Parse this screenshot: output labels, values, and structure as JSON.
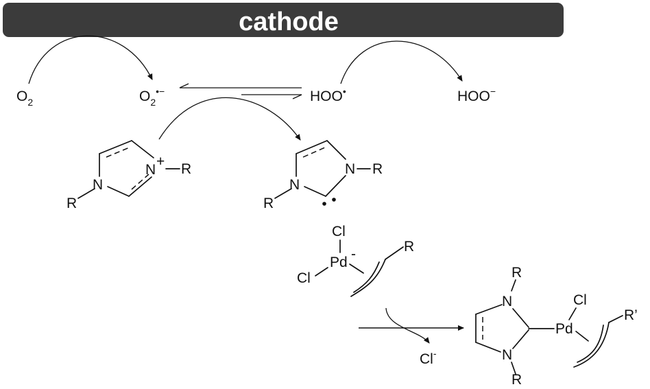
{
  "banner": {
    "title": "cathode",
    "color": "#3b3b3b"
  },
  "species": {
    "o2": {
      "main": "O",
      "sub": "2"
    },
    "superoxide": {
      "main": "O",
      "sub": "2",
      "sup": "•−"
    },
    "hoo_radical": {
      "main": "HOO",
      "sup": "•"
    },
    "hoo_anion": {
      "main": "HOO",
      "sup": "−"
    },
    "chloride": {
      "main": "Cl",
      "sup": "-"
    }
  },
  "imidazolium": {
    "n1": "N",
    "n3": "N",
    "charge": "+",
    "r1": "R",
    "r3": "R"
  },
  "carbene": {
    "n1": "N",
    "n3": "N",
    "r1": "R",
    "r3": "R"
  },
  "pd_complex": {
    "cl_top": "Cl",
    "cl_left": "Cl",
    "pd": "Pd",
    "charge": "-",
    "r": "R"
  },
  "product": {
    "n_top": "N",
    "n_bottom": "N",
    "r_top": "R",
    "r_bottom": "R",
    "pd": "Pd",
    "cl": "Cl",
    "r_prime": "R’"
  }
}
